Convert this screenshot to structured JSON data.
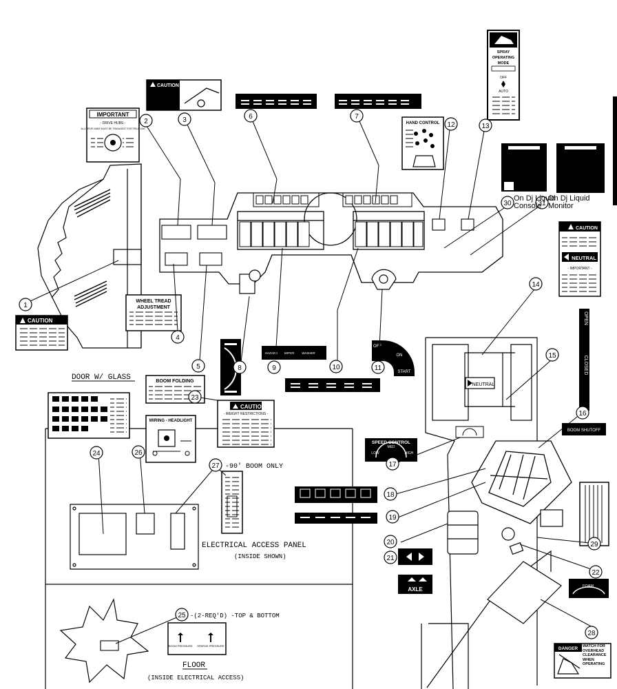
{
  "callouts": [
    "1",
    "2",
    "3",
    "4",
    "5",
    "6",
    "7",
    "8",
    "9",
    "10",
    "11",
    "12",
    "13",
    "14",
    "15",
    "16",
    "17",
    "18",
    "19",
    "20",
    "21",
    "22",
    "23",
    "24",
    "25",
    "26",
    "27",
    "28",
    "29",
    "30",
    "31"
  ],
  "labels": {
    "door_glass": "DOOR W/ GLASS",
    "electrical_access_panel": "ELECTRICAL ACCESS PANEL",
    "inside_shown": "(INSIDE SHOWN)",
    "floor": "FLOOR",
    "inside_electrical_access": "(INSIDE ELECTRICAL ACCESS)",
    "boom_90": "-90' BOOM ONLY",
    "two_reqd": "-(2-REQ'D) -TOP & BOTTOM",
    "dj_liquid_console": "On Dj Liquid Console",
    "dj_liquid_monitor": "On Dj Liquid Monitor"
  },
  "decals": {
    "important_title": "IMPORTANT",
    "drive_hubs": "- DRIVE HUBS -",
    "drive_hubs_note": "ALL DRIVE HUBS MUST BE \"ENGAGED\" FOR FIELD USE",
    "caution": "CAUTION",
    "hand_control": "HAND CONTROL",
    "spray": "SPRAY",
    "operating": "OPERATING",
    "mode": "MODE",
    "off": "OFF",
    "auto": "AUTO",
    "wheel_tread_1": "WHEEL TREAD",
    "wheel_tread_2": "ADJUSTMENT",
    "boom_folding": "BOOM FOLDING",
    "wiring_headlight": "WIRING - HEADLIGHT",
    "weight_restrictions": "- WEIGHT RESTRICTIONS -",
    "speed_control": "SPEED CONTROL",
    "low": "LOW",
    "med": "MED",
    "high": "HIGH",
    "key_off": "OFF",
    "key_on": "ON",
    "key_start": "START",
    "neutral": "NEUTRAL",
    "important_badge": "- IMPORTANT -",
    "open": "OPEN",
    "closed": "CLOSED",
    "boom_shutoff": "BOOM SHUTOFF",
    "axle": "AXLE",
    "foam": "FOAM",
    "danger": "DANGER",
    "danger_text": "WATCH FOR OVERHEAD CLEARANCE WHEN OPERATING",
    "boom_pressure": "BOOM PRESSURE",
    "sparge_pressure": "SPARGE PRESSURE",
    "hazard_marker": "HAZARD",
    "wiper": "WIPER",
    "washer": "WASHER"
  }
}
